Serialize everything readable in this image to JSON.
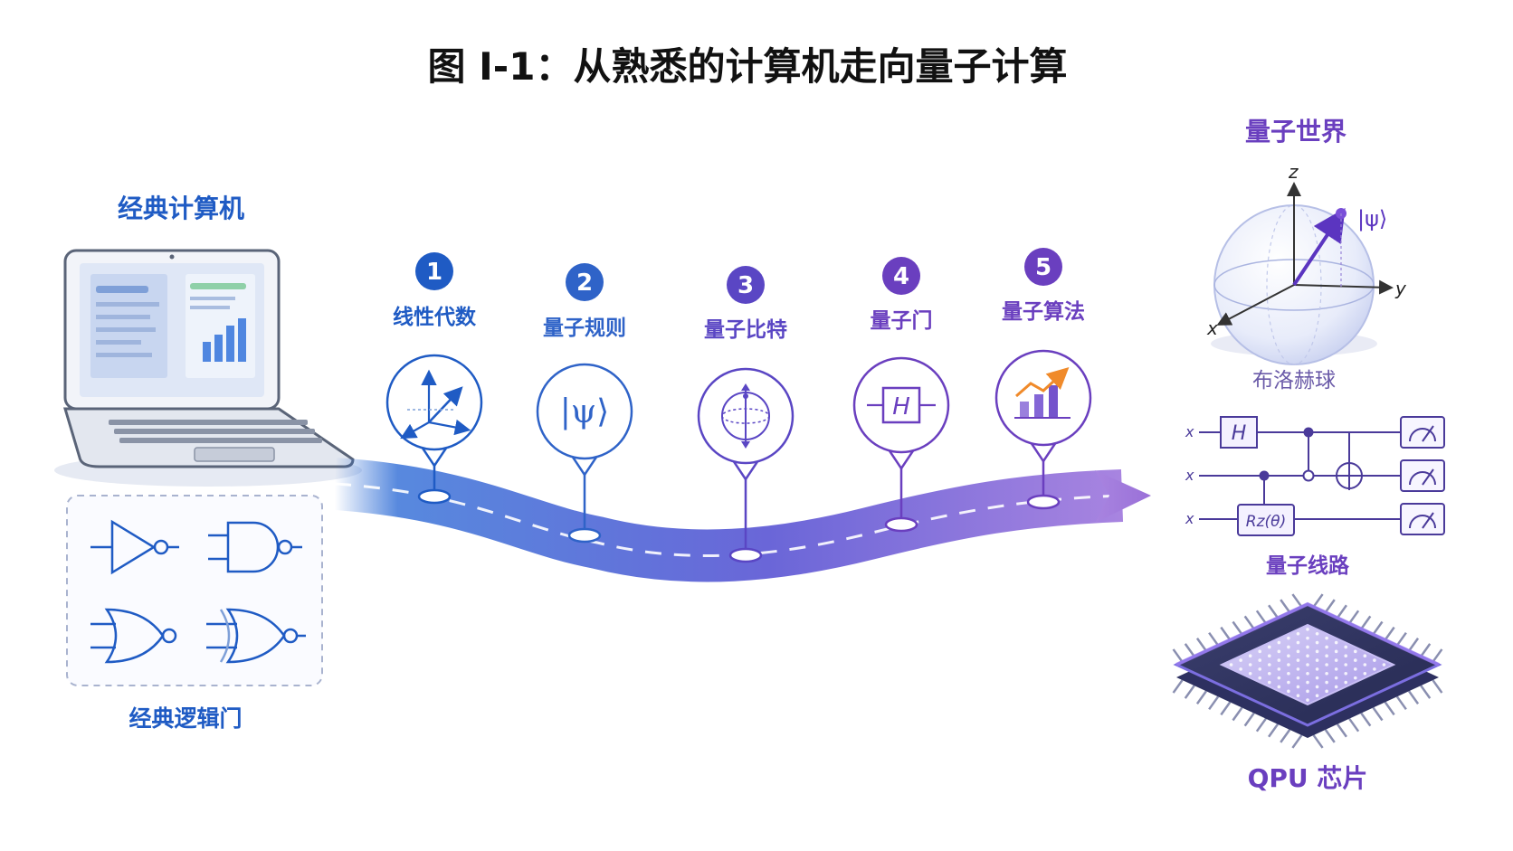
{
  "title": "图 I-1：从熟悉的计算机走向量子计算",
  "colors": {
    "blue": "#1f5bc4",
    "indigo": "#4a4fc8",
    "purple": "#6a3fbf",
    "title": "#111111",
    "accent_orange": "#f08a2a"
  },
  "classical": {
    "heading": "经典计算机",
    "logic_caption": "经典逻辑门"
  },
  "steps": [
    {
      "number": "1",
      "label": "线性代数",
      "icon": "vector-axes-icon"
    },
    {
      "number": "2",
      "label": "量子规则",
      "icon": "ket-psi-icon"
    },
    {
      "number": "3",
      "label": "量子比特",
      "icon": "qubit-sphere-icon"
    },
    {
      "number": "4",
      "label": "量子门",
      "icon": "h-gate-icon"
    },
    {
      "number": "5",
      "label": "量子算法",
      "icon": "growth-chart-icon"
    }
  ],
  "quantum": {
    "heading": "量子世界",
    "bloch": {
      "axis_z": "z",
      "axis_y": "y",
      "axis_x": "x",
      "state": "|ψ⟩",
      "caption": "布洛赫球"
    },
    "circuit": {
      "caption": "量子线路",
      "wire_labels": [
        "x",
        "x",
        "x"
      ],
      "h_gate": "H",
      "rz_gate": "Rz(θ)"
    },
    "chip_caption": "QPU 芯片"
  }
}
